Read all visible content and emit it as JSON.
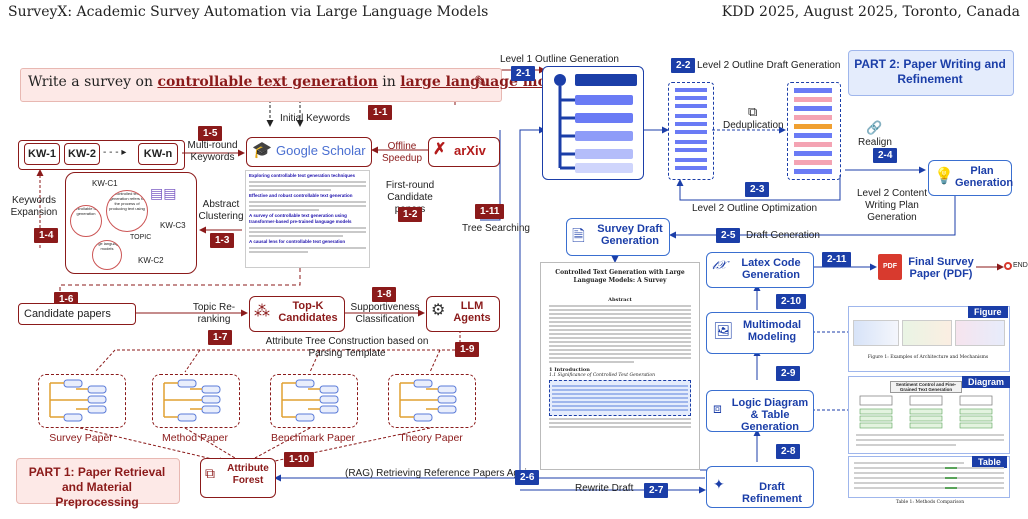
{
  "header": {
    "title": "SurveyX: Academic Survey Automation via Large Language Models",
    "venue": "KDD 2025, August 2025, Toronto, Canada"
  },
  "prompt": {
    "prefix": "Write a survey on ",
    "topic": "controllable text generation",
    "middle": " in ",
    "domain": "large language models",
    "suffix": "."
  },
  "keywords": [
    "KW-1",
    "KW-2",
    "KW-n"
  ],
  "sources": {
    "scholar": "Google Scholar",
    "arxiv": "arXiv"
  },
  "cluster": {
    "labels": [
      "KW-C1",
      "KW-C3",
      "KW-C2",
      "TOPIC"
    ],
    "nodes": [
      "controllable text generation",
      "Controlled text generation refers to the process of producing text using",
      "large language models"
    ]
  },
  "search_result": {
    "items": [
      "Exploring controllable text generation techniques",
      "Effective and robust controllable text generation",
      "A survey of controllable text generation using transformer-based pre-trained language models",
      "A causal lens for controllable text generation"
    ]
  },
  "boxes": {
    "candidate_papers": "Candidate papers",
    "topk": "Top-K Candidates",
    "llm": "LLM Agents",
    "attribute_forest": "Attribute Forest",
    "survey_draft": "Survey Draft Generation",
    "latex": "Latex Code Generation",
    "final": "Final Survey Paper (PDF)",
    "end": "END",
    "multimodal": "Multimodal Modeling",
    "logic": "Logic Diagram & Table Generation",
    "draft_refine": "Draft Refinement",
    "plan": "Plan Generation"
  },
  "papers": [
    "Survey Paper",
    "Method Paper",
    "Benchmark Paper",
    "Theory Paper"
  ],
  "parts": {
    "part1": "PART 1: Paper Retrieval and Material Preprocessing",
    "part2": "PART 2: Paper Writing and Refinement"
  },
  "steps": {
    "s1_1": "1-1",
    "s1_2": "1-2",
    "s1_3": "1-3",
    "s1_4": "1-4",
    "s1_5": "1-5",
    "s1_6": "1-6",
    "s1_7": "1-7",
    "s1_8": "1-8",
    "s1_9": "1-9",
    "s1_10": "1-10",
    "s1_11": "1-11",
    "s2_1": "2-1",
    "s2_2": "2-2",
    "s2_3": "2-3",
    "s2_4": "2-4",
    "s2_5": "2-5",
    "s2_6": "2-6",
    "s2_7": "2-7",
    "s2_8": "2-8",
    "s2_9": "2-9",
    "s2_10": "2-10",
    "s2_11": "2-11"
  },
  "labels": {
    "initial_keywords": "Initial Keywords",
    "multi_round": "Multi-round Keywords",
    "offline": "Offline Speedup",
    "first_round": "First-round Candidate papers",
    "abstract_clustering": "Abstract Clustering",
    "kw_expansion": "Keywords Expansion",
    "topic_rerank": "Topic Re-ranking",
    "supportiveness": "Supportiveness Classification",
    "attribute_tree": "Attribute Tree Construction based on Parsing Template",
    "tree_searching": "Tree Searching",
    "l1_outline": "Level 1 Outline Generation",
    "l2_draft": "Level 2 Outline Draft Generation",
    "dedup": "Deduplication",
    "realign": "Realign",
    "l2_opt": "Level 2 Outline Optimization",
    "l2_content": "Level 2 Content Writing Plan Generation",
    "draft_gen": "Draft Generation",
    "rag": "(RAG)  Retrieving Reference Papers Again",
    "rewrite": "Rewrite Draft"
  },
  "paper_preview": {
    "title": "Controlled Text Generation with Large Language Models: A Survey",
    "abstract": "Abstract",
    "intro": "1   Introduction",
    "sub": "1.1   Significance of Controlled Text Generation"
  },
  "panels": {
    "figure": "Figure",
    "diagram": "Diagram",
    "table": "Table",
    "diagram_title": "Sentiment Control and Fine-Grained Text Generation",
    "figure_caption": "Figure 1: Examples of Architecture and Mechanisms",
    "table_caption": "Table 1: Methods Comparison"
  },
  "colors": {
    "red": "#8b1a1a",
    "blue": "#1b3ea8",
    "lightblue": "#3a6fd0",
    "prompt_bg": "#fde9e7"
  }
}
